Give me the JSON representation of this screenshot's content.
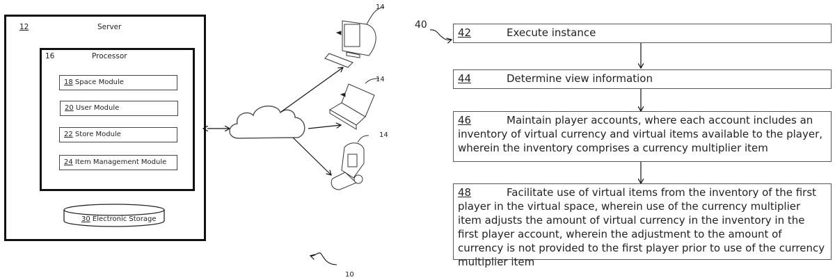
{
  "system": {
    "server": {
      "ref": "12",
      "label": "Server"
    },
    "processor": {
      "ref": "16",
      "label": "Processor"
    },
    "modules": [
      {
        "ref": "18",
        "label": "Space Module"
      },
      {
        "ref": "20",
        "label": "User Module"
      },
      {
        "ref": "22",
        "label": "Store Module"
      },
      {
        "ref": "24",
        "label": "Item Management Module"
      }
    ],
    "storage": {
      "ref": "30",
      "label": "Electronic Storage"
    },
    "clients": [
      {
        "ref": "14",
        "kind": "desktop-computer"
      },
      {
        "ref": "14",
        "kind": "laptop"
      },
      {
        "ref": "14",
        "kind": "flip-phone"
      }
    ],
    "network": {
      "kind": "cloud"
    },
    "system_ref": "10"
  },
  "flowchart": {
    "ref": "40",
    "steps": [
      {
        "ref": "42",
        "text": "Execute instance"
      },
      {
        "ref": "44",
        "text": "Determine view information"
      },
      {
        "ref": "46",
        "text": "Maintain player accounts, where each account includes an inventory of virtual currency and virtual items available to the player, wherein the inventory comprises a currency multiplier item"
      },
      {
        "ref": "48",
        "text": "Facilitate use of virtual items from the inventory of the first player in the virtual space, wherein use of the currency multiplier item adjusts the amount of virtual currency in the inventory in the first player account, wherein the adjustment to the amount of currency is not provided to the first player prior to use of the currency multiplier item"
      }
    ]
  }
}
